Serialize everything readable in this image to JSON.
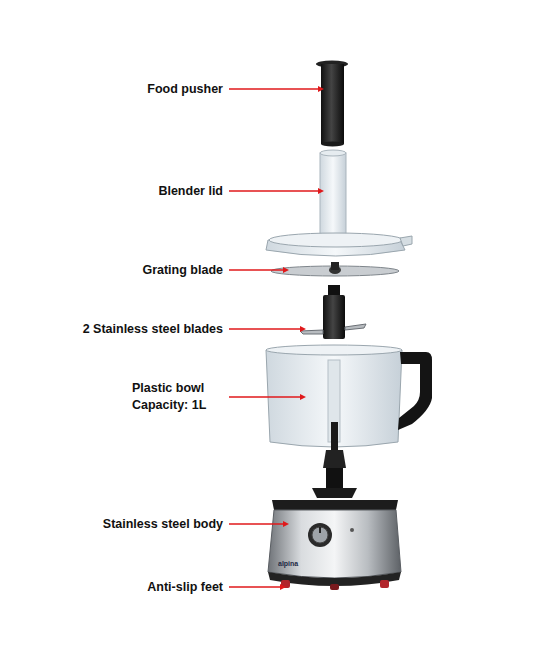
{
  "diagram": {
    "labels": [
      "Food pusher",
      "Blender lid",
      "Grating blade",
      "2 Stainless steel blades",
      "Plastic bowl Capacity: 1L",
      "Stainless steel body",
      "Anti-slip feet",
      "alpina"
    ]
  }
}
